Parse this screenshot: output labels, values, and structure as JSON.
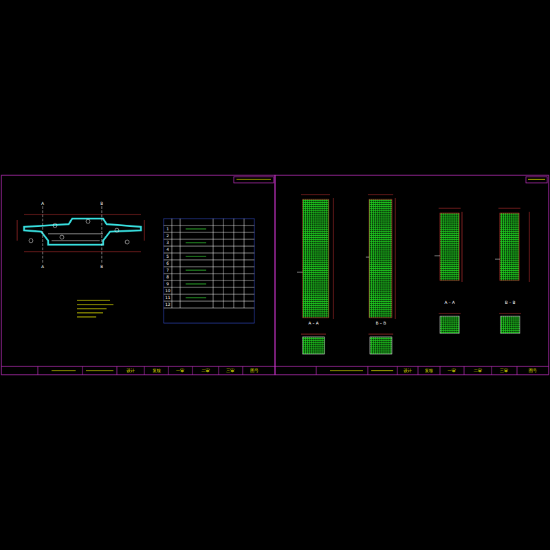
{
  "diagram": {
    "labels": [
      "A – A",
      "B – B",
      "A – A",
      "B – B",
      "A",
      "A",
      "B",
      "B",
      "设计",
      "复核",
      "一审",
      "二审",
      "三审",
      "图号",
      "设计",
      "复核",
      "一审",
      "二审",
      "三审",
      "图号",
      "1",
      "2",
      "3",
      "4",
      "5",
      "6",
      "7",
      "8",
      "9",
      "10",
      "11",
      "12"
    ]
  }
}
